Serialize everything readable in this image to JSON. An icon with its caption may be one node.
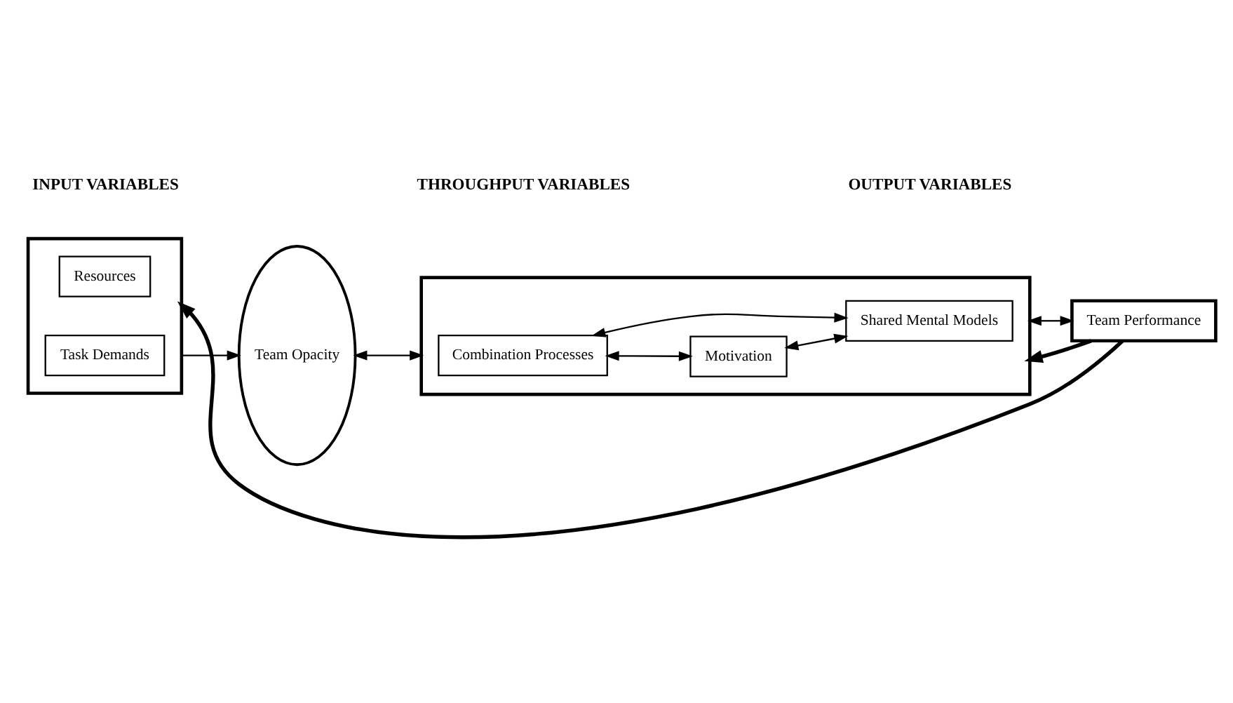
{
  "diagram": {
    "nodes": [
      {
        "text": [],
        "shape": "box"
      },
      {
        "text": [
          "Resources"
        ],
        "in": 0
      },
      {
        "text": [
          "Task Demands"
        ],
        "in": 0
      },
      {
        "text": [
          "Team Opacity"
        ]
      },
      {
        "text": [],
        "shape": "box"
      },
      {
        "text": [
          "Combination Processes"
        ],
        "in": 4
      },
      {
        "text": [
          "Motivation"
        ],
        "in": 4
      },
      {
        "text": [
          "Shared Mental Models"
        ],
        "in": 4
      },
      {
        "text": [
          "Team Performance"
        ]
      }
    ],
    "edges": [
      {
        "from": 0,
        "to": 3,
        "arrow": "to"
      },
      {
        "from": 3,
        "to": 4,
        "arrow": "both"
      },
      {
        "from": 5,
        "to": 6,
        "arrow": "both"
      },
      {
        "from": 5,
        "to": 7,
        "arrow": "both"
      },
      {
        "from": 6,
        "to": 7,
        "arrow": "both"
      },
      {
        "from": 4,
        "to": 8,
        "arrow": "both"
      },
      {
        "from": 8,
        "to": 0,
        "arrow": "to",
        "style": "thick"
      },
      {
        "from": 8,
        "to": 4,
        "arrow": "to",
        "style": "thick"
      }
    ],
    "labels": [
      "INPUT VARIABLES",
      "THROUGHPUT VARIABLES",
      "OUTPUT VARIABLES"
    ]
  }
}
